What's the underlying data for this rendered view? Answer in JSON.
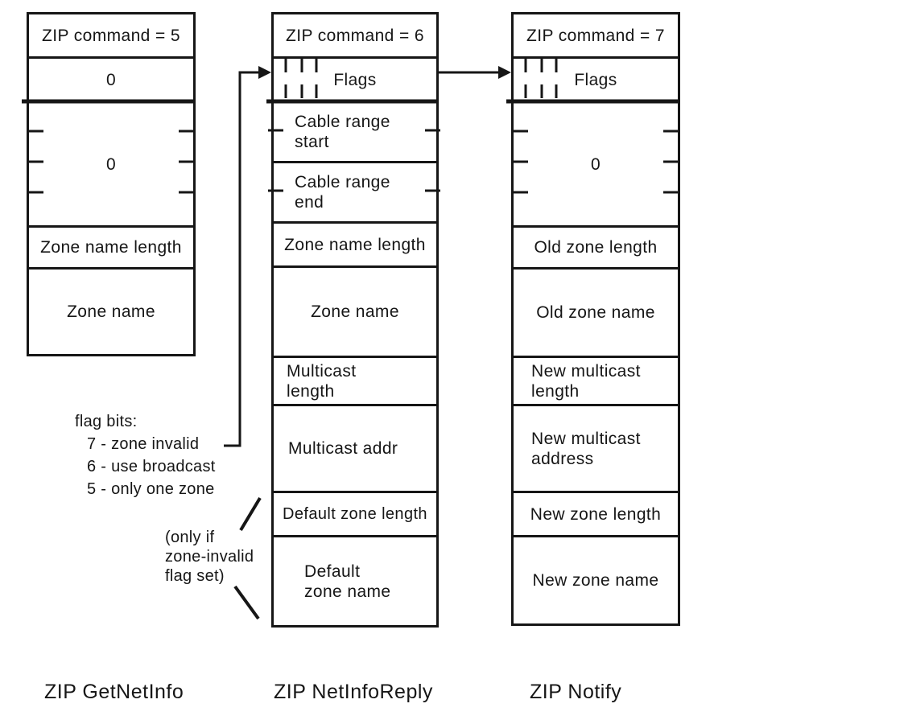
{
  "packets": [
    {
      "caption": "ZIP GetNetInfo",
      "fields": [
        {
          "label": "ZIP command = 5"
        },
        {
          "label": "0"
        },
        {
          "label": "0"
        },
        {
          "label": "Zone name length"
        },
        {
          "label": "Zone name"
        }
      ]
    },
    {
      "caption": "ZIP NetInfoReply",
      "fields": [
        {
          "label": "ZIP command = 6"
        },
        {
          "label": "Flags"
        },
        {
          "label": "Cable range\nstart"
        },
        {
          "label": "Cable range\nend"
        },
        {
          "label": "Zone name length"
        },
        {
          "label": "Zone name"
        },
        {
          "label": "Multicast\nlength"
        },
        {
          "label": "Multicast addr"
        },
        {
          "label": "Default zone length"
        },
        {
          "label": "Default\nzone name"
        }
      ]
    },
    {
      "caption": "ZIP Notify",
      "fields": [
        {
          "label": "ZIP command = 7"
        },
        {
          "label": "Flags"
        },
        {
          "label": "0"
        },
        {
          "label": "Old zone length"
        },
        {
          "label": "Old zone name"
        },
        {
          "label": "New multicast\nlength"
        },
        {
          "label": "New multicast\naddress"
        },
        {
          "label": "New zone length"
        },
        {
          "label": "New zone name"
        }
      ]
    }
  ],
  "annotations": {
    "flag_bits": {
      "title": "flag bits:",
      "items": [
        "7 - zone invalid",
        "6 - use broadcast",
        "5 - only one zone"
      ]
    },
    "conditional_note": "(only if\nzone-invalid\nflag set)"
  },
  "colors": {
    "ink": "#161616",
    "background": "#ffffff"
  }
}
